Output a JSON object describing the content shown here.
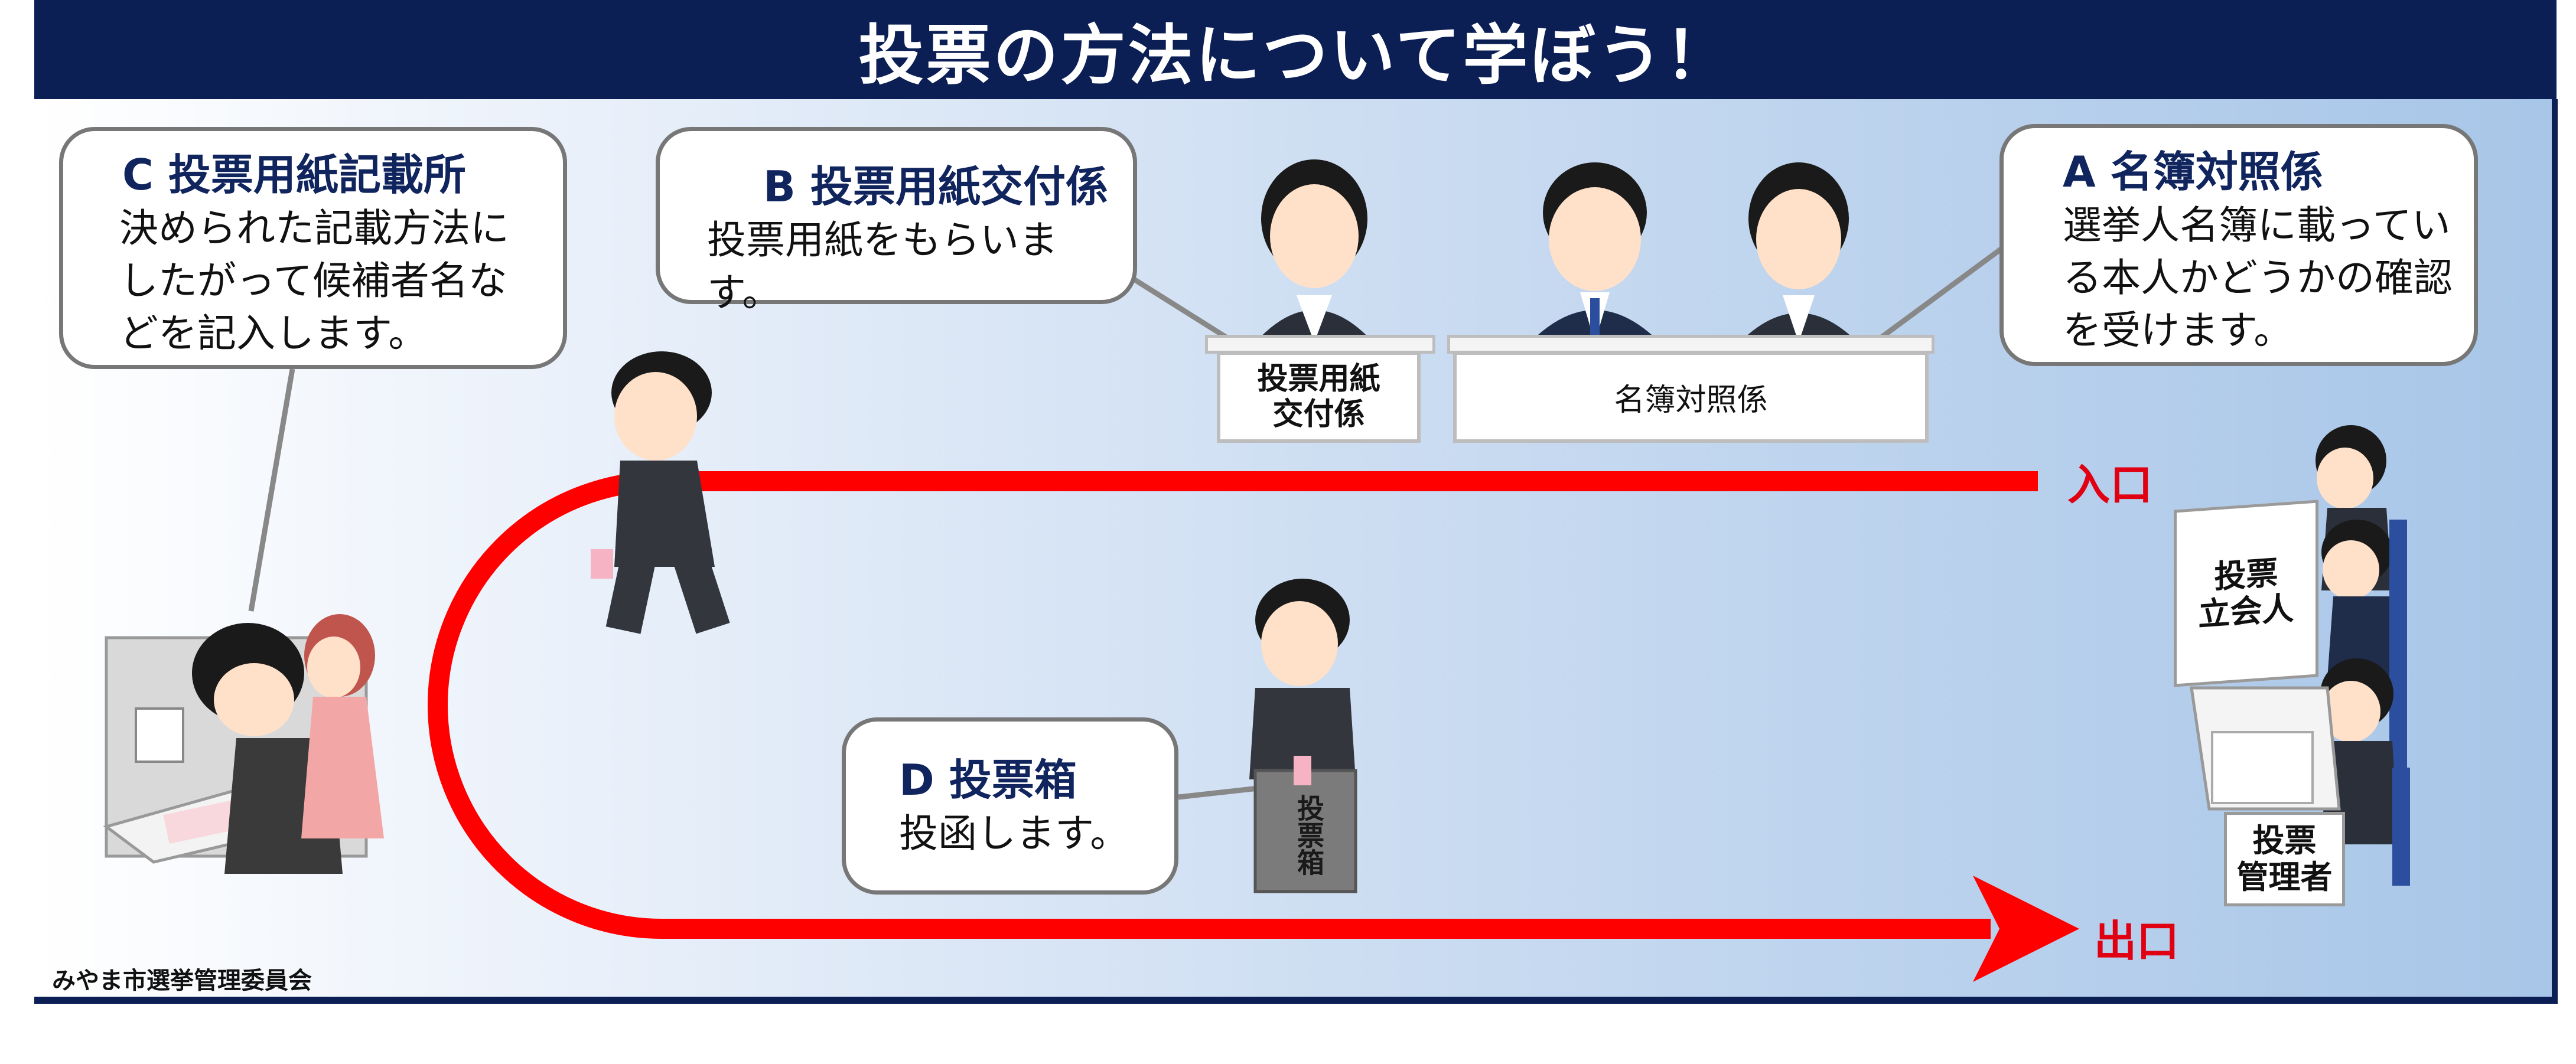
{
  "title": "投票の方法について学ぼう！",
  "steps": {
    "c": {
      "title": "C  投票用紙記載所",
      "body": "決められた記載方法にしたがって候補者名などを記入します。"
    },
    "b": {
      "title": "B  投票用紙交付係",
      "body": "投票用紙をもらいます。"
    },
    "a": {
      "title": "A  名簿対照係",
      "body": "選挙人名簿に載っている本人かどうかの確認を受けます。"
    },
    "d": {
      "title": "D  投票箱",
      "body": "投函します。"
    }
  },
  "desks": {
    "ballot_issue_line1": "投票用紙",
    "ballot_issue_line2": "交付係",
    "register_check": "名簿対照係"
  },
  "right_signs": {
    "witness_line1": "投票",
    "witness_line2": "立会人",
    "manager_line1": "投票",
    "manager_line2": "管理者"
  },
  "ballot_box_label": "投票箱",
  "flow": {
    "entrance": "入口",
    "exit": "出口"
  },
  "footer": "みやま市選挙管理委員会",
  "colors": {
    "banner": "#0b1f55",
    "arrow": "#ff0000",
    "step_title": "#10245e"
  }
}
